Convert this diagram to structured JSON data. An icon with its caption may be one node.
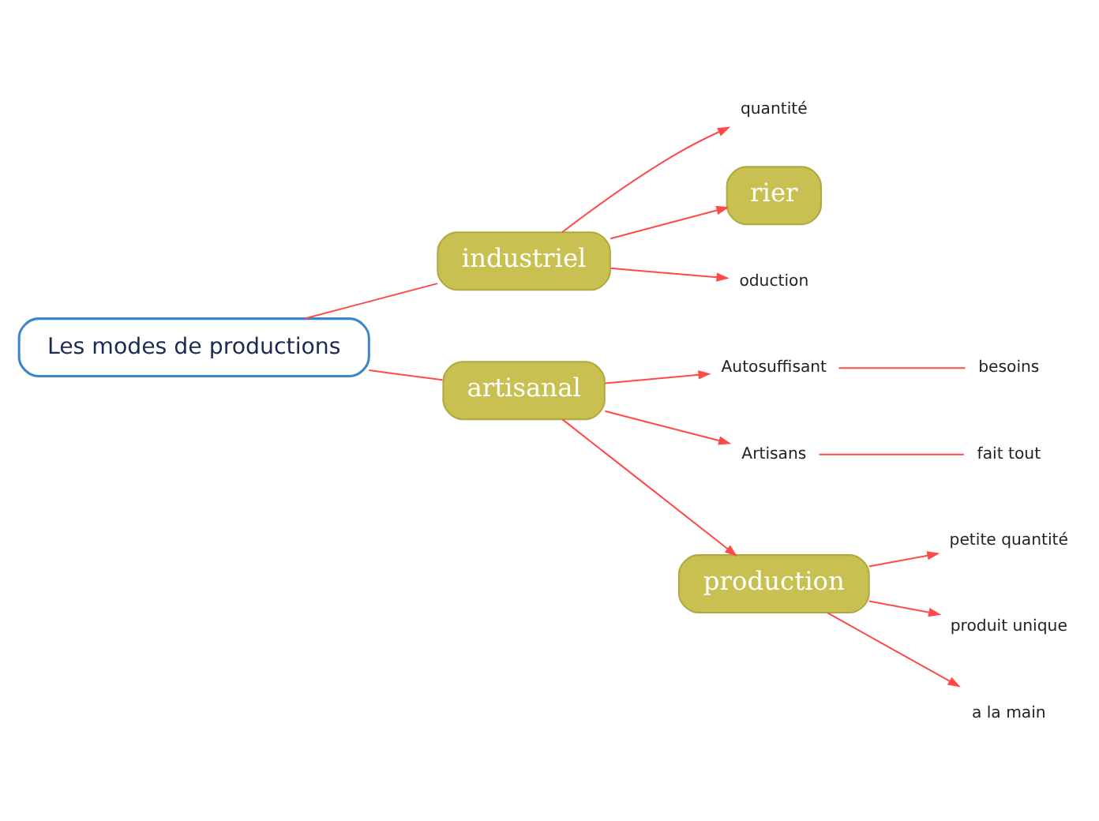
{
  "diagram": {
    "nodes": [
      {
        "text": [
          "Les modes de productions"
        ]
      },
      {
        "text": [
          "industriel"
        ]
      },
      {
        "text": [
          "quantité"
        ]
      },
      {
        "text": [
          "rier"
        ]
      },
      {
        "text": [
          "oduction"
        ]
      },
      {
        "text": [
          "artisanal"
        ]
      },
      {
        "text": [
          "Autosuffisant"
        ]
      },
      {
        "text": [
          "besoins"
        ]
      },
      {
        "text": [
          "Artisans"
        ]
      },
      {
        "text": [
          "fait tout"
        ]
      },
      {
        "text": [
          "production"
        ]
      },
      {
        "text": [
          "petite quantité"
        ]
      },
      {
        "text": [
          "produit unique"
        ]
      },
      {
        "text": [
          "a la main"
        ]
      }
    ],
    "edges": [
      {
        "from": 0,
        "to": 1,
        "arrow": "none"
      },
      {
        "from": 1,
        "to": 2,
        "arrow": "to"
      },
      {
        "from": 1,
        "to": 3,
        "arrow": "to"
      },
      {
        "from": 1,
        "to": 4,
        "arrow": "to"
      },
      {
        "from": 0,
        "to": 5,
        "arrow": "none"
      },
      {
        "from": 5,
        "to": 6,
        "arrow": "to"
      },
      {
        "from": 6,
        "to": 7,
        "arrow": "none"
      },
      {
        "from": 5,
        "to": 8,
        "arrow": "to"
      },
      {
        "from": 8,
        "to": 9,
        "arrow": "none"
      },
      {
        "from": 5,
        "to": 10,
        "arrow": "to"
      },
      {
        "from": 10,
        "to": 11,
        "arrow": "to"
      },
      {
        "from": 10,
        "to": 12,
        "arrow": "to"
      },
      {
        "from": 10,
        "to": 13,
        "arrow": "to"
      }
    ]
  }
}
